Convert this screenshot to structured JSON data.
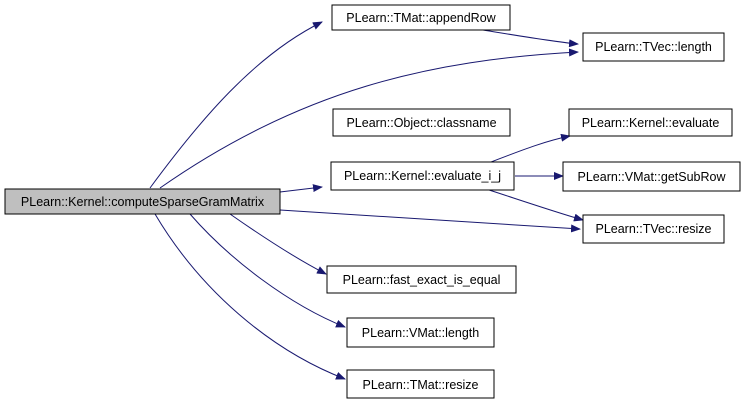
{
  "colors": {
    "edge": "#191970",
    "root_fill": "#bfbfbf",
    "node_fill": "#ffffff",
    "border": "#000000"
  },
  "nodes": {
    "root": "PLearn::Kernel::computeSparseGramMatrix",
    "appendRow": "PLearn::TMat::appendRow",
    "tvec_length": "PLearn::TVec::length",
    "classname": "PLearn::Object::classname",
    "evaluate_i_j": "PLearn::Kernel::evaluate_i_j",
    "evaluate": "PLearn::Kernel::evaluate",
    "getSubRow": "PLearn::VMat::getSubRow",
    "tvec_resize": "PLearn::TVec::resize",
    "fast_exact_is_equal": "PLearn::fast_exact_is_equal",
    "vmat_length": "PLearn::VMat::length",
    "tmat_resize": "PLearn::TMat::resize"
  }
}
